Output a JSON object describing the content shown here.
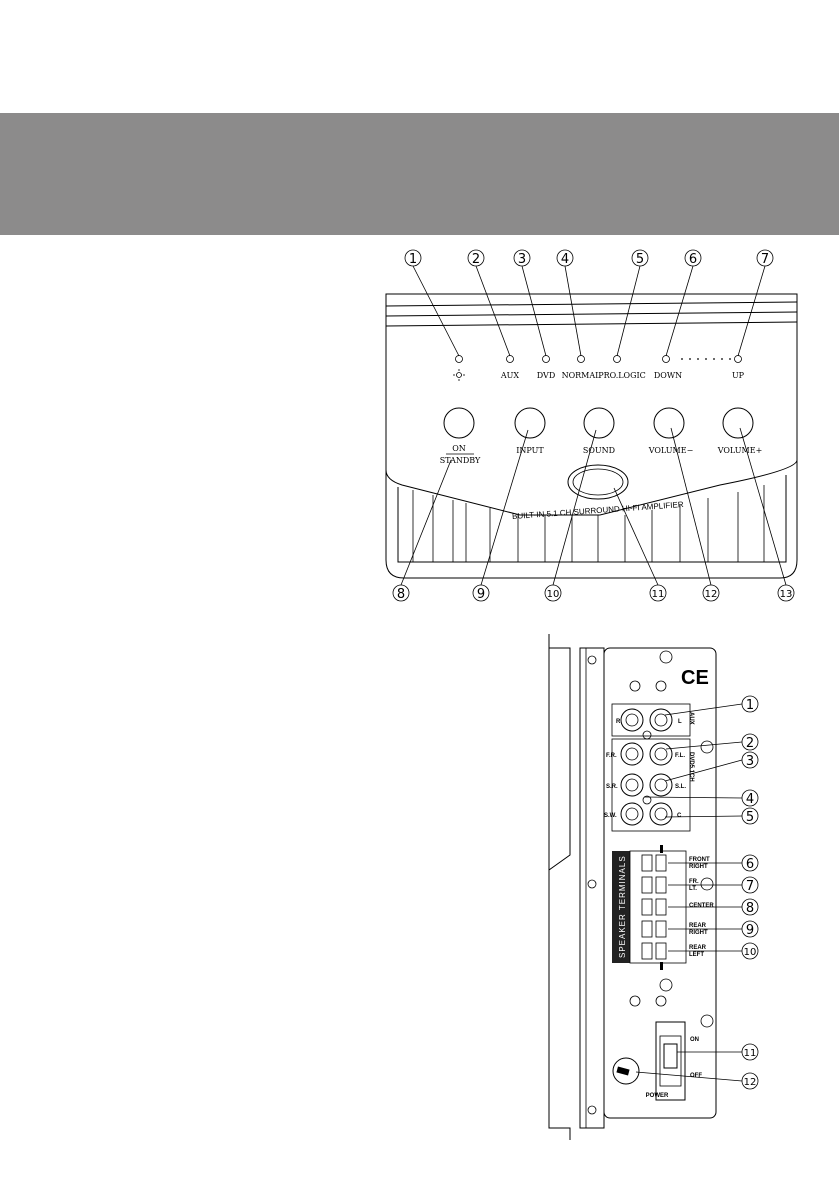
{
  "front_panel": {
    "callouts_top": [
      "1",
      "2",
      "3",
      "4",
      "5",
      "6",
      "7"
    ],
    "callouts_bottom": [
      "8",
      "9",
      "10",
      "11",
      "12",
      "13"
    ],
    "indicator_labels": [
      "AUX",
      "DVD",
      "NORMAL",
      "PRO.LOGIC",
      "DOWN",
      "UP"
    ],
    "button_labels": {
      "on": "ON",
      "standby": "STANDBY",
      "input": "INPUT",
      "sound": "SOUND",
      "vol_down": "VOLUME−",
      "vol_up": "VOLUME+"
    },
    "panel_text": "BUILT-IN 5.1 CH SURROUND HI-FI AMPLIFIER"
  },
  "rear_panel": {
    "ce_mark": "CE",
    "callouts": [
      "1",
      "2",
      "3",
      "4",
      "5",
      "6",
      "7",
      "8",
      "9",
      "10",
      "11",
      "12"
    ],
    "aux_label": "AUX",
    "dvd_label": "DVD5.1CH",
    "jack_labels": {
      "r": "R",
      "l": "L",
      "fr": "F.R.",
      "fl": "F.L.",
      "sr": "S.R.",
      "sl": "S.L.",
      "sw": "S.W.",
      "c": "C"
    },
    "speaker_title": "SPEAKER TERMINALS",
    "terminal_labels": [
      [
        "FRONT",
        "RIGHT"
      ],
      [
        "FR.",
        "LT."
      ],
      [
        "CENTER",
        ""
      ],
      [
        "REAR",
        "RIGHT"
      ],
      [
        "REAR",
        "LEFT"
      ]
    ],
    "switch_on": "ON",
    "switch_off": "OFF",
    "power_label": "POWER"
  }
}
